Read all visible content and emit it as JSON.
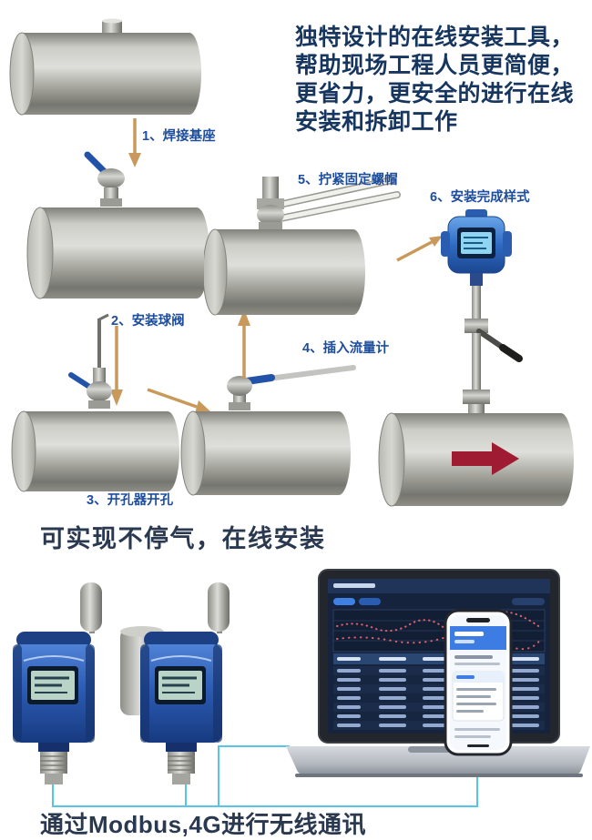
{
  "intro": {
    "text": "独特设计的在线安装工具， 帮助现场工程人员更简便， 更省力，更安全的进行在线安装和拆卸工作"
  },
  "steps": [
    {
      "id": 1,
      "label": "1、焊接基座"
    },
    {
      "id": 2,
      "label": "2、安装球阀"
    },
    {
      "id": 3,
      "label": "3、开孔器开孔"
    },
    {
      "id": 4,
      "label": "4、插入流量计"
    },
    {
      "id": 5,
      "label": "5、拧紧固定螺帽"
    },
    {
      "id": 6,
      "label": "6、安装完成样式"
    }
  ],
  "captions": {
    "online_install": "可实现不停气，在线安装",
    "communication": "通过Modbus,4G进行无线通讯"
  },
  "colors": {
    "label_blue": "#1d4d9c",
    "text_dark_navy": "#17365f",
    "caption_dark": "#2a3950",
    "arrow_gold": "#c9995c",
    "flow_arrow_red": "#9e1b32",
    "connection_cyan": "#57c4ea",
    "meter_blue": "#2f6bc4",
    "detector_blue": "#2c5cb4",
    "valve_handle_blue": "#2253a8"
  }
}
